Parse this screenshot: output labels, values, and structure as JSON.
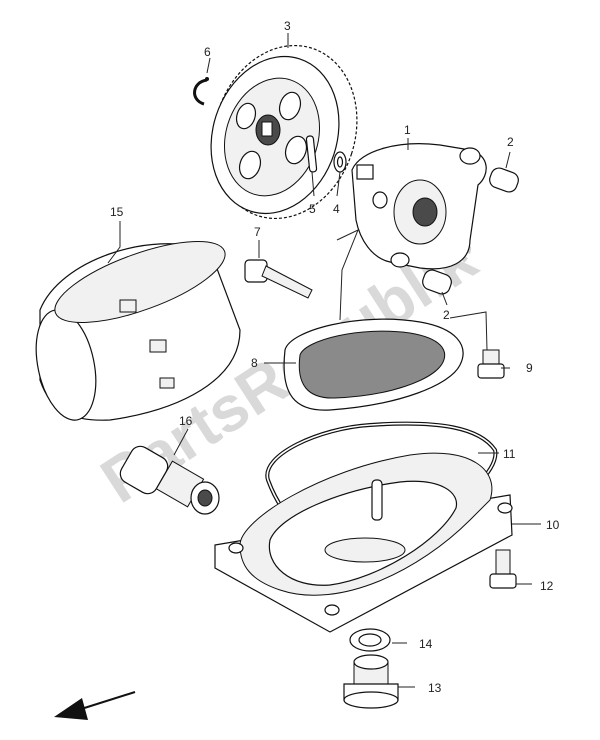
{
  "diagram": {
    "watermark": "PartsRepublik",
    "labels": {
      "p1": "1",
      "p2a": "2",
      "p2b": "2",
      "p3": "3",
      "p4": "4",
      "p5": "5",
      "p6": "6",
      "p7": "7",
      "p8": "8",
      "p9": "9",
      "p10": "10",
      "p11": "11",
      "p12": "12",
      "p13": "13",
      "p14": "14",
      "p15": "15",
      "p16": "16"
    },
    "icons": {
      "direction": "front-direction-arrow-icon",
      "watermark_gear": "gear-icon"
    }
  }
}
